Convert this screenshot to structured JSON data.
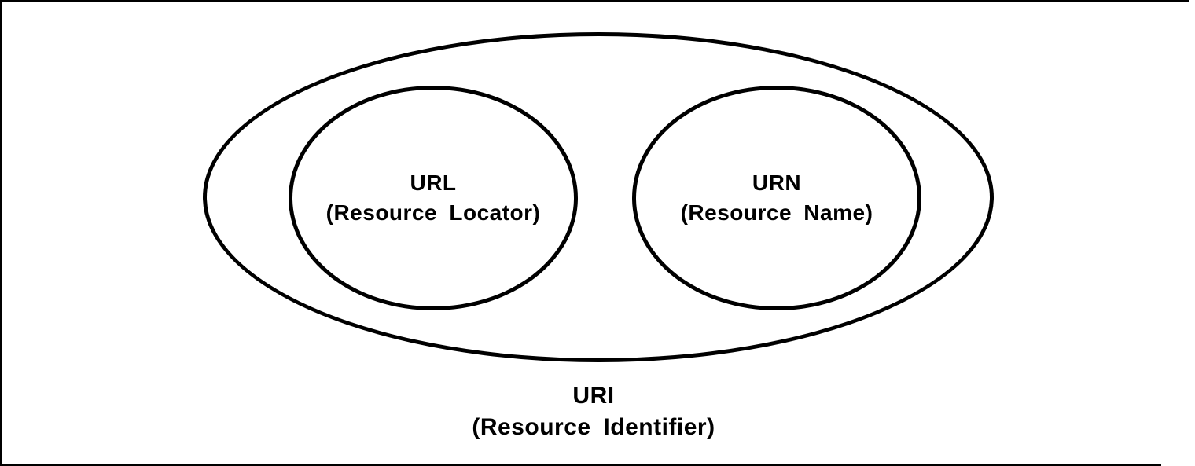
{
  "diagram": {
    "type": "venn",
    "background_color": "#ffffff",
    "stroke_color": "#000000",
    "outer_set": {
      "title": "URI",
      "subtitle": "(Resource Identifier)"
    },
    "inner_sets": [
      {
        "title": "URL",
        "subtitle": "(Resource Locator)"
      },
      {
        "title": "URN",
        "subtitle": "(Resource Name)"
      }
    ]
  }
}
